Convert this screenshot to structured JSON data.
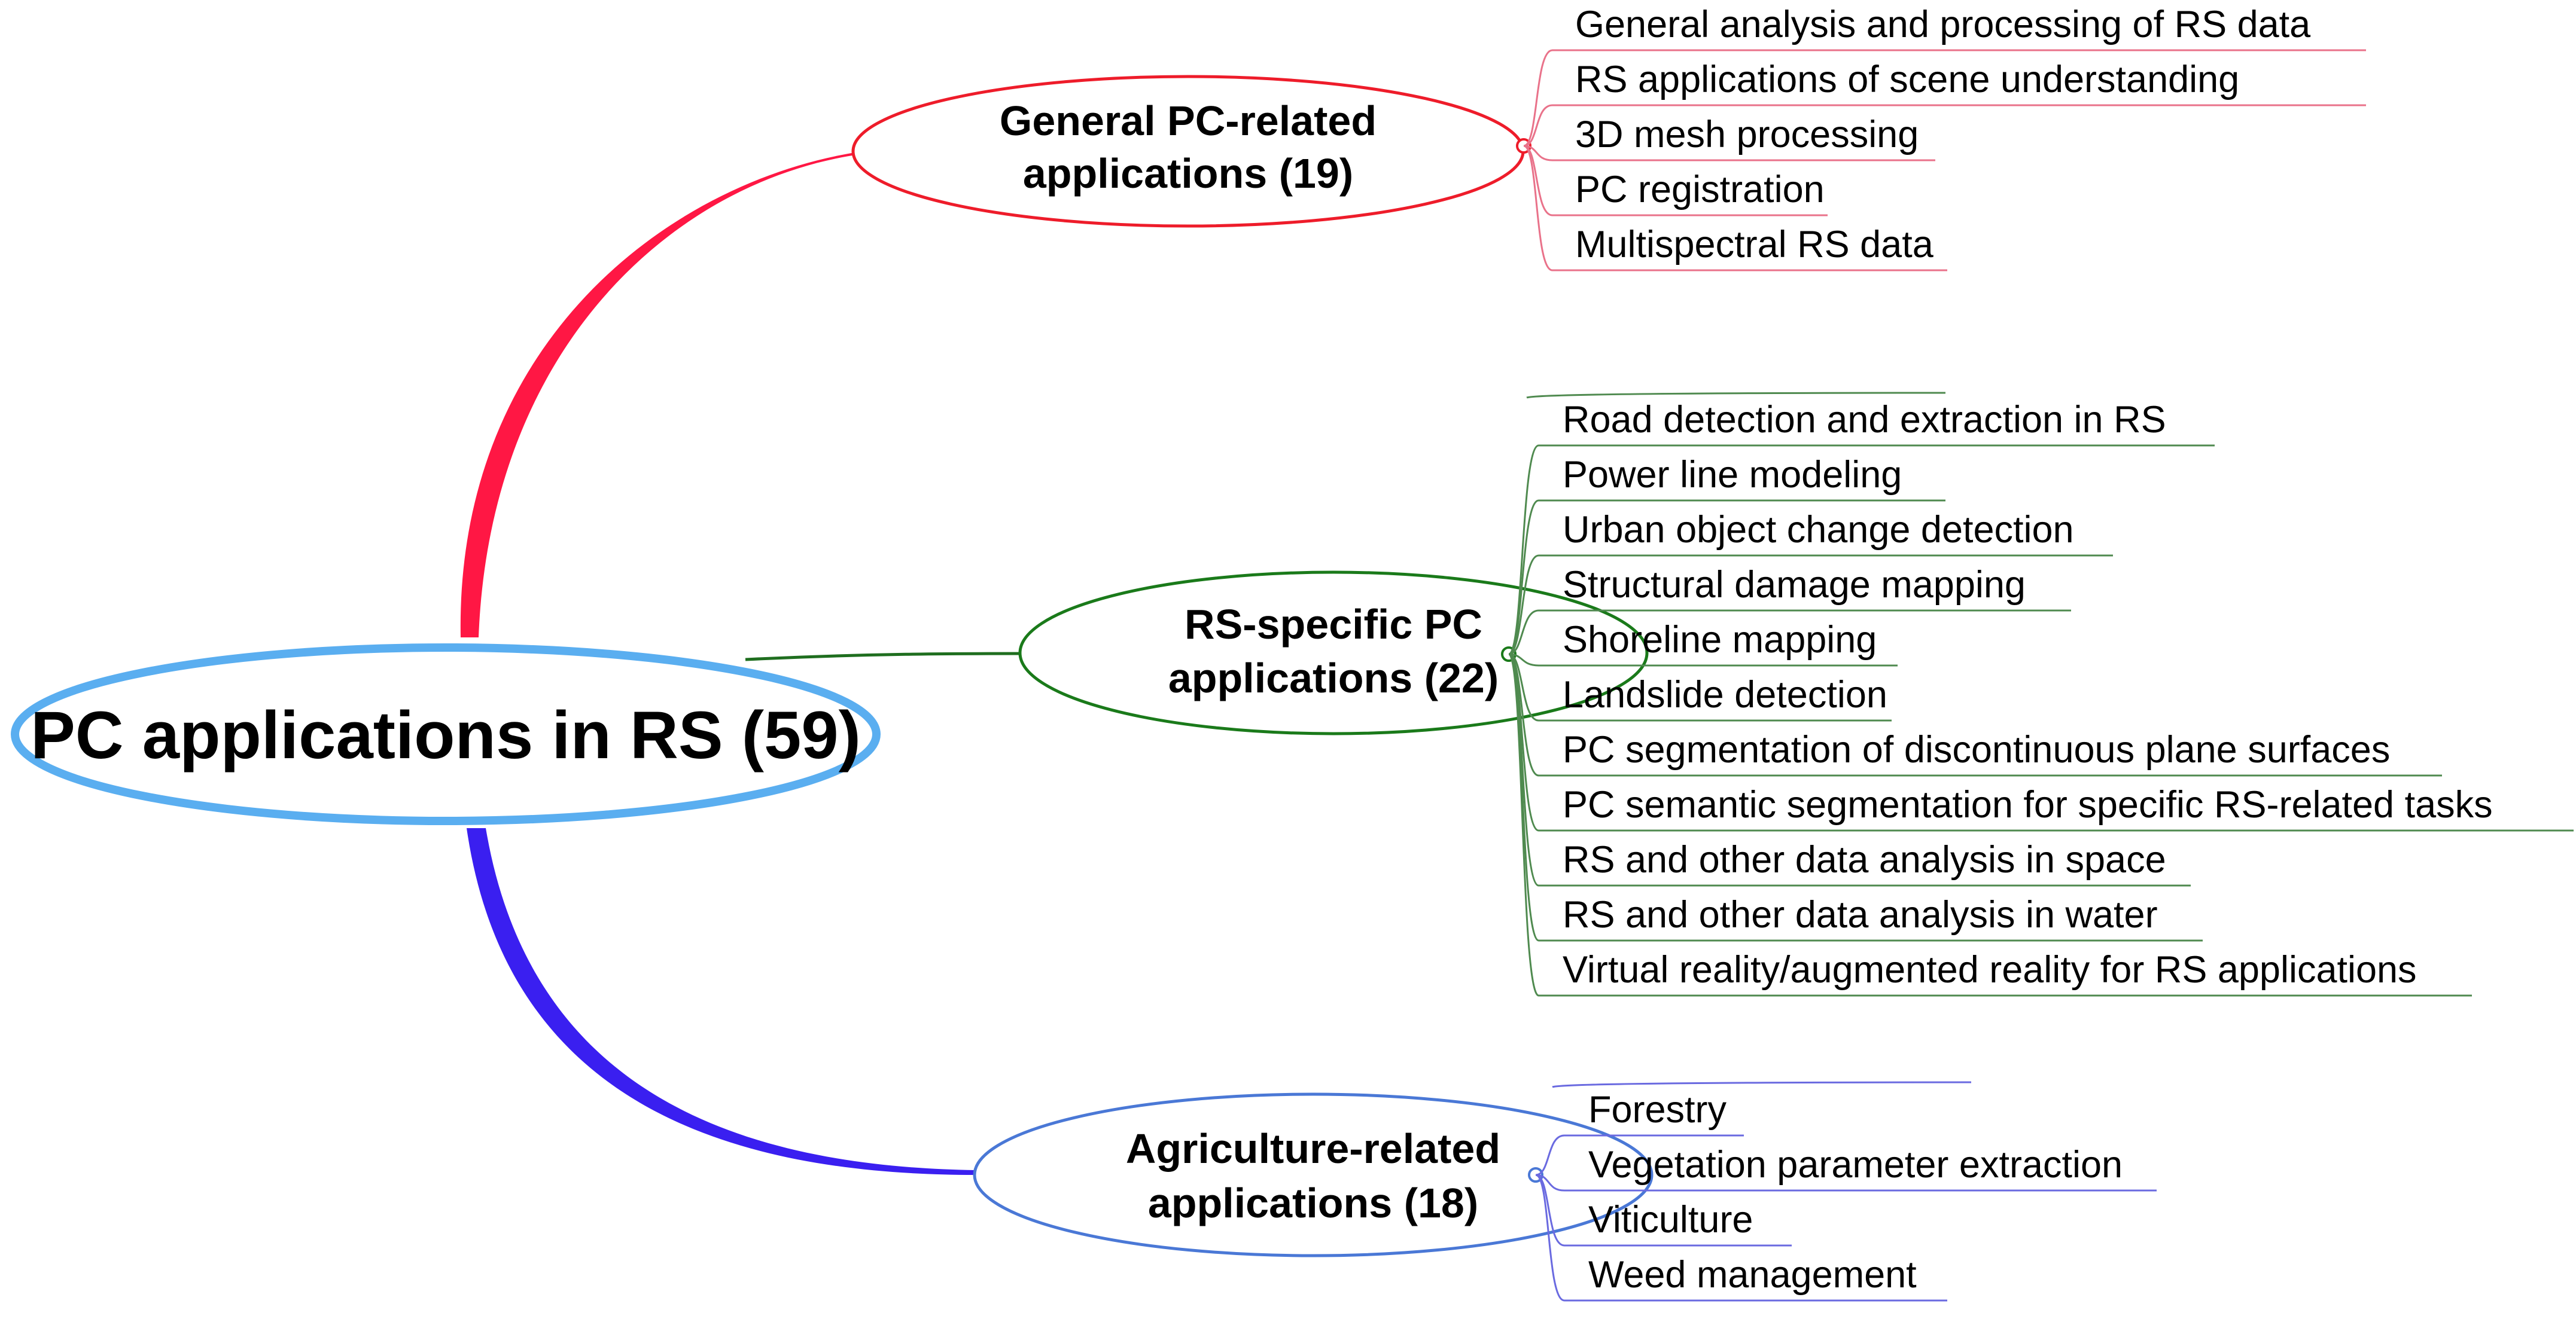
{
  "root": {
    "title": "PC applications in RS (59)",
    "color": "#5aaef0"
  },
  "branches": [
    {
      "id": "general",
      "title_line1": "General PC-related",
      "title_line2": "applications (19)",
      "color": "#ee1c2a",
      "connector_color": "#ff1744",
      "leaf_line_color": "#e9728a",
      "leaves": [
        "General analysis and processing of RS data",
        "RS applications of scene understanding",
        "3D mesh processing",
        "PC registration",
        "Multispectral RS data"
      ]
    },
    {
      "id": "rs-specific",
      "title_line1": "RS-specific PC",
      "title_line2": "applications (22)",
      "color": "#1a7a1a",
      "connector_color": "#1f6e1f",
      "leaf_line_color": "#4f8a4f",
      "leaves": [
        "Road detection and extraction in RS",
        "Power line modeling",
        "Urban object change detection",
        "Structural damage mapping",
        "Shoreline mapping",
        "Landslide detection",
        "PC segmentation of discontinuous plane surfaces",
        "PC semantic segmentation for specific RS-related tasks",
        "RS and other data analysis in space",
        "RS and other data analysis in water",
        "Virtual reality/augmented reality for RS applications"
      ]
    },
    {
      "id": "agriculture",
      "title_line1": "Agriculture-related",
      "title_line2": "applications (18)",
      "color": "#4a78d6",
      "connector_color": "#3a1ff0",
      "leaf_line_color": "#6a6ae0",
      "leaves": [
        "Forestry",
        "Vegetation parameter extraction",
        "Viticulture",
        "Weed management"
      ]
    }
  ]
}
